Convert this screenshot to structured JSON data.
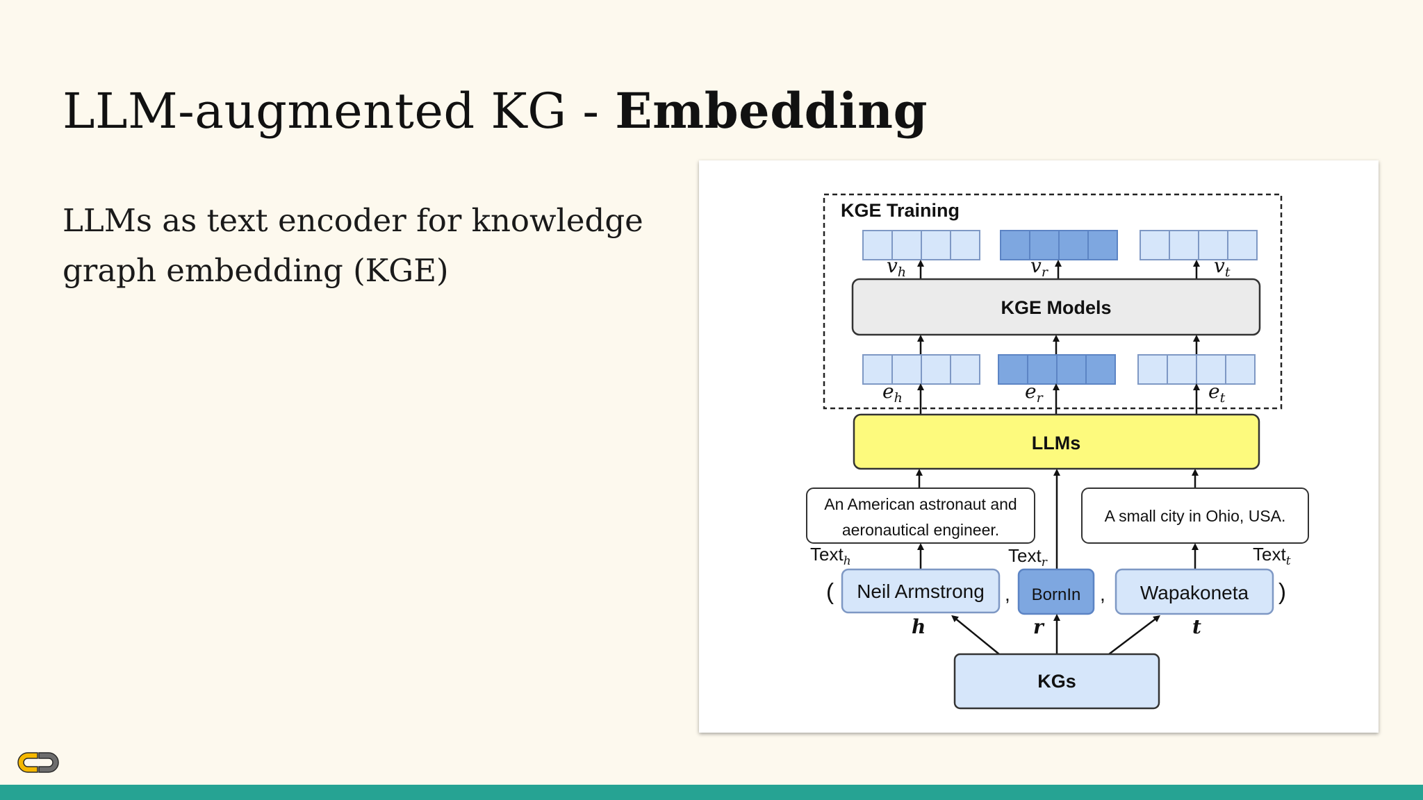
{
  "slide": {
    "title_regular": "LLM-augmented KG - ",
    "title_bold": "Embedding",
    "body": "LLMs as text encoder for knowledge graph embedding (KGE)"
  },
  "figure": {
    "training_label": "KGE Training",
    "kge_models_label": "KGE Models",
    "llms_label": "LLMs",
    "kgs_label": "KGs",
    "vector_labels": {
      "v_h": "v",
      "v_h_sub": "h",
      "v_r": "v",
      "v_r_sub": "r",
      "v_t": "v",
      "v_t_sub": "t",
      "e_h": "e",
      "e_h_sub": "h",
      "e_r": "e",
      "e_r_sub": "r",
      "e_t": "e",
      "e_t_sub": "t"
    },
    "text_h_line1": "An American astronaut and",
    "text_h_line2": "aeronautical engineer.",
    "text_t": "A small city in Ohio, USA.",
    "text_labels": {
      "h": "Text",
      "h_sub": "h",
      "r": "Text",
      "r_sub": "r",
      "t": "Text",
      "t_sub": "t"
    },
    "triple": {
      "open_paren": "(",
      "head": "Neil Armstrong",
      "comma1": ",",
      "relation": "BornIn",
      "comma2": ",",
      "tail": "Wapakoneta",
      "close_paren": ")"
    },
    "triple_labels": {
      "h": "h",
      "r": "r",
      "t": "t"
    }
  },
  "colors": {
    "background": "#fdf9ee",
    "accent_bar": "#26a393",
    "llm_box": "#fdfa7d",
    "kge_models_box": "#ebebeb",
    "light_vector": "#d6e6fa",
    "dark_vector": "#7ea7e0",
    "entity_box": "#d6e6fa",
    "relation_box": "#7ea7e0",
    "logo_yellow": "#f5b800",
    "logo_gray": "#555555"
  }
}
